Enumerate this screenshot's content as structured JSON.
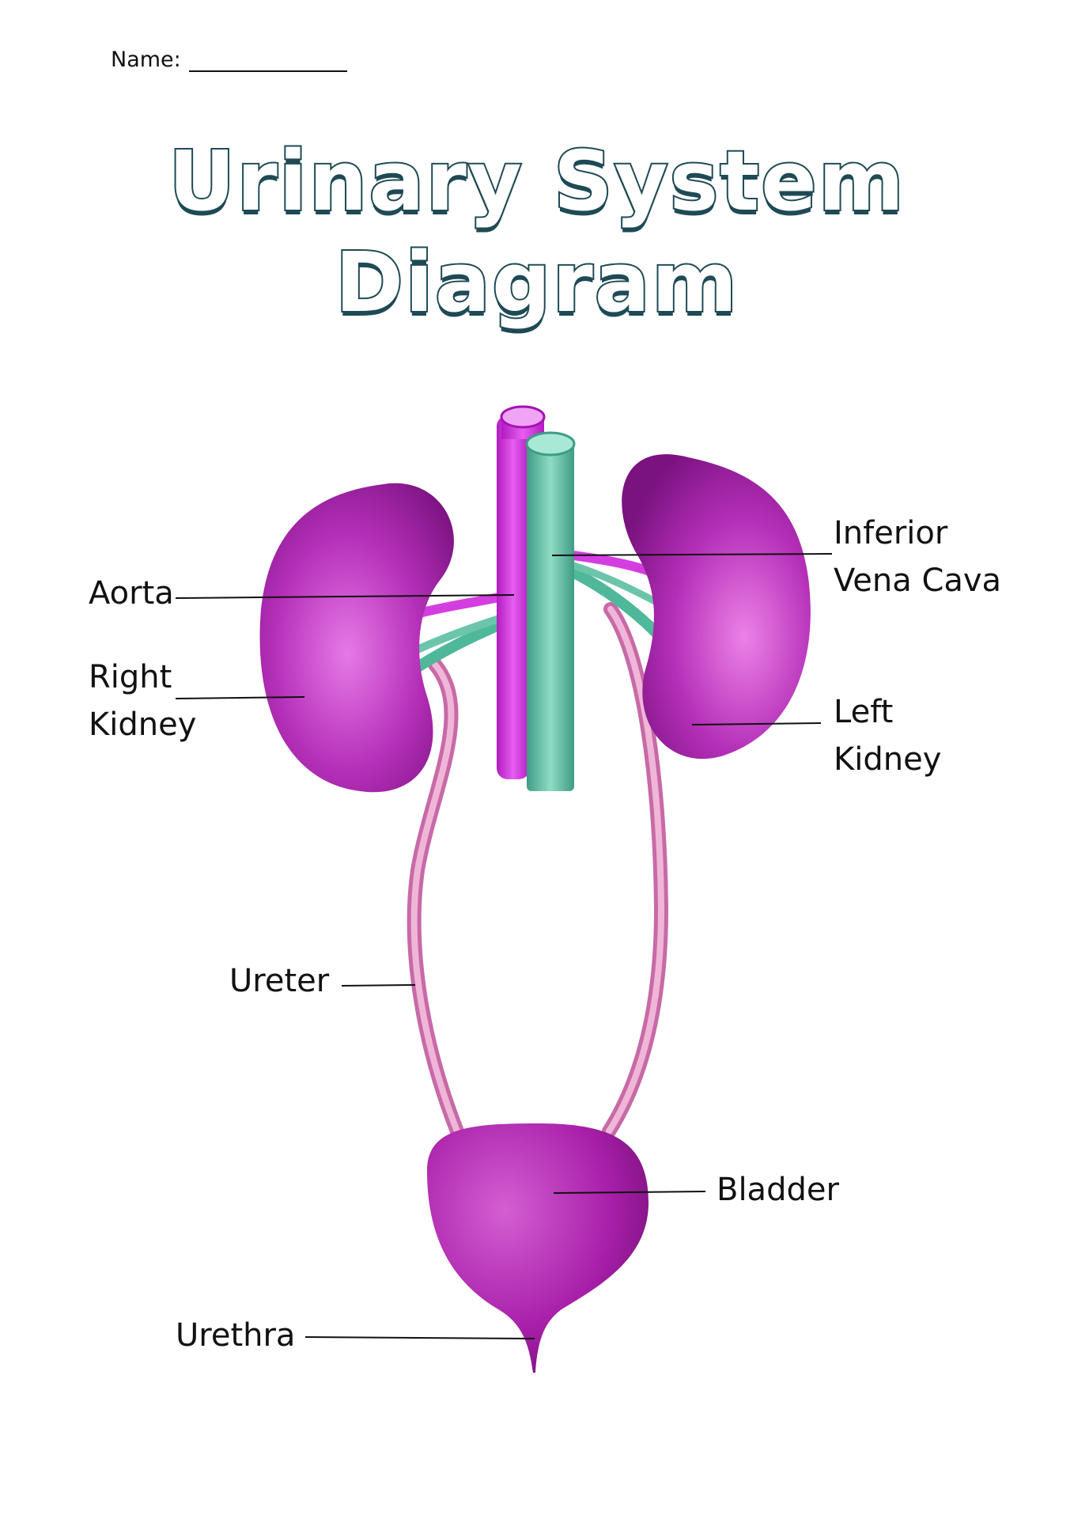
{
  "header": {
    "name_label": "Name:"
  },
  "title": {
    "line1": "Urinary System",
    "line2": "Diagram"
  },
  "labels": {
    "aorta": "Aorta",
    "right_kidney_1": "Right",
    "right_kidney_2": "Kidney",
    "ivc_1": "Inferior",
    "ivc_2": "Vena Cava",
    "left_kidney_1": "Left",
    "left_kidney_2": "Kidney",
    "ureter": "Ureter",
    "bladder": "Bladder",
    "urethra": "Urethra"
  },
  "colors": {
    "organ": "#a21fa6",
    "organ_highlight": "#e56ee0",
    "aorta": "#d43ee0",
    "vena_cava": "#6cc5aa",
    "ureter": "#d98cbc",
    "title_outline": "#1e4a55"
  }
}
